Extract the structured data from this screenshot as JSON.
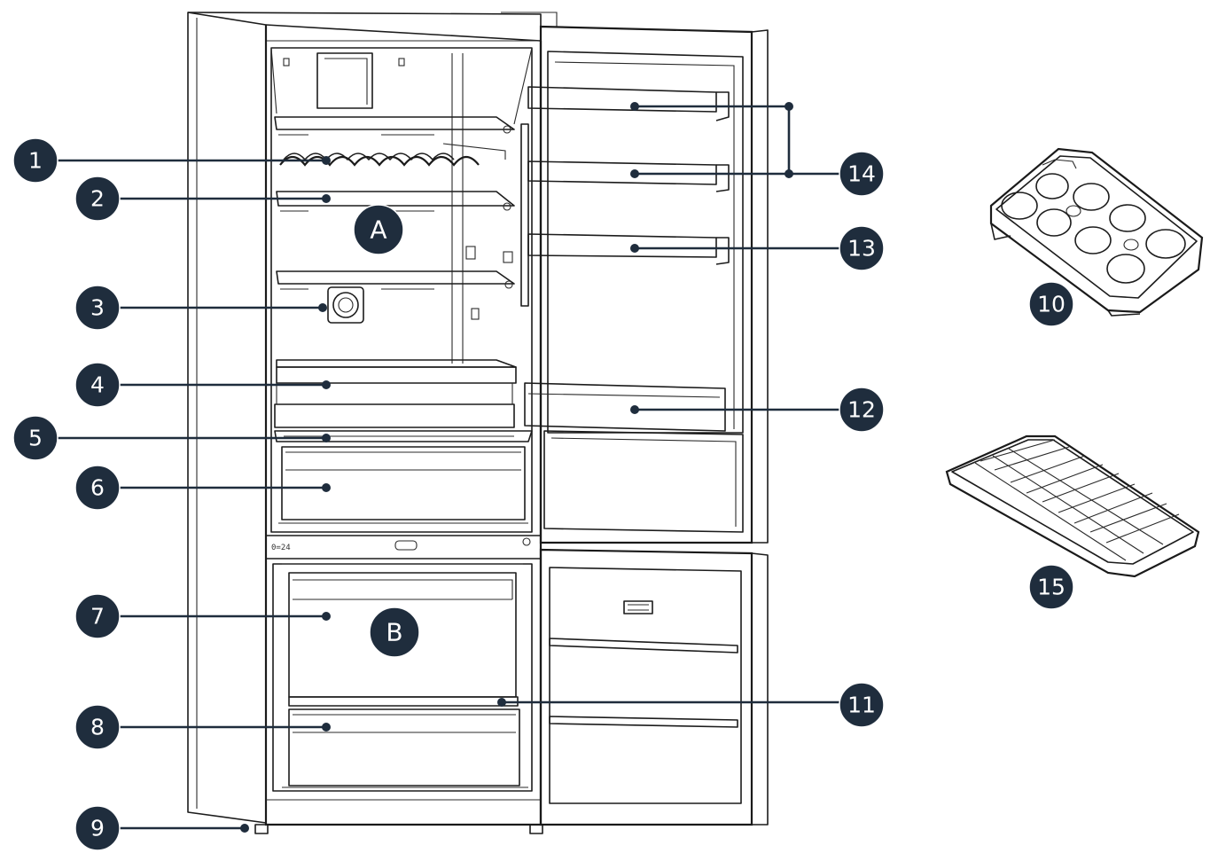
{
  "callouts": [
    {
      "id": "1",
      "label": "1"
    },
    {
      "id": "2",
      "label": "2"
    },
    {
      "id": "3",
      "label": "3"
    },
    {
      "id": "4",
      "label": "4"
    },
    {
      "id": "5",
      "label": "5"
    },
    {
      "id": "6",
      "label": "6"
    },
    {
      "id": "7",
      "label": "7"
    },
    {
      "id": "8",
      "label": "8"
    },
    {
      "id": "9",
      "label": "9"
    },
    {
      "id": "10",
      "label": "10"
    },
    {
      "id": "11",
      "label": "11"
    },
    {
      "id": "12",
      "label": "12"
    },
    {
      "id": "13",
      "label": "13"
    },
    {
      "id": "14",
      "label": "14"
    },
    {
      "id": "15",
      "label": "15"
    }
  ],
  "zones": {
    "a": "A",
    "b": "B"
  },
  "colors": {
    "badge": "#1f2d3d",
    "line_art": "#1c1c1c",
    "background": "#ffffff"
  }
}
